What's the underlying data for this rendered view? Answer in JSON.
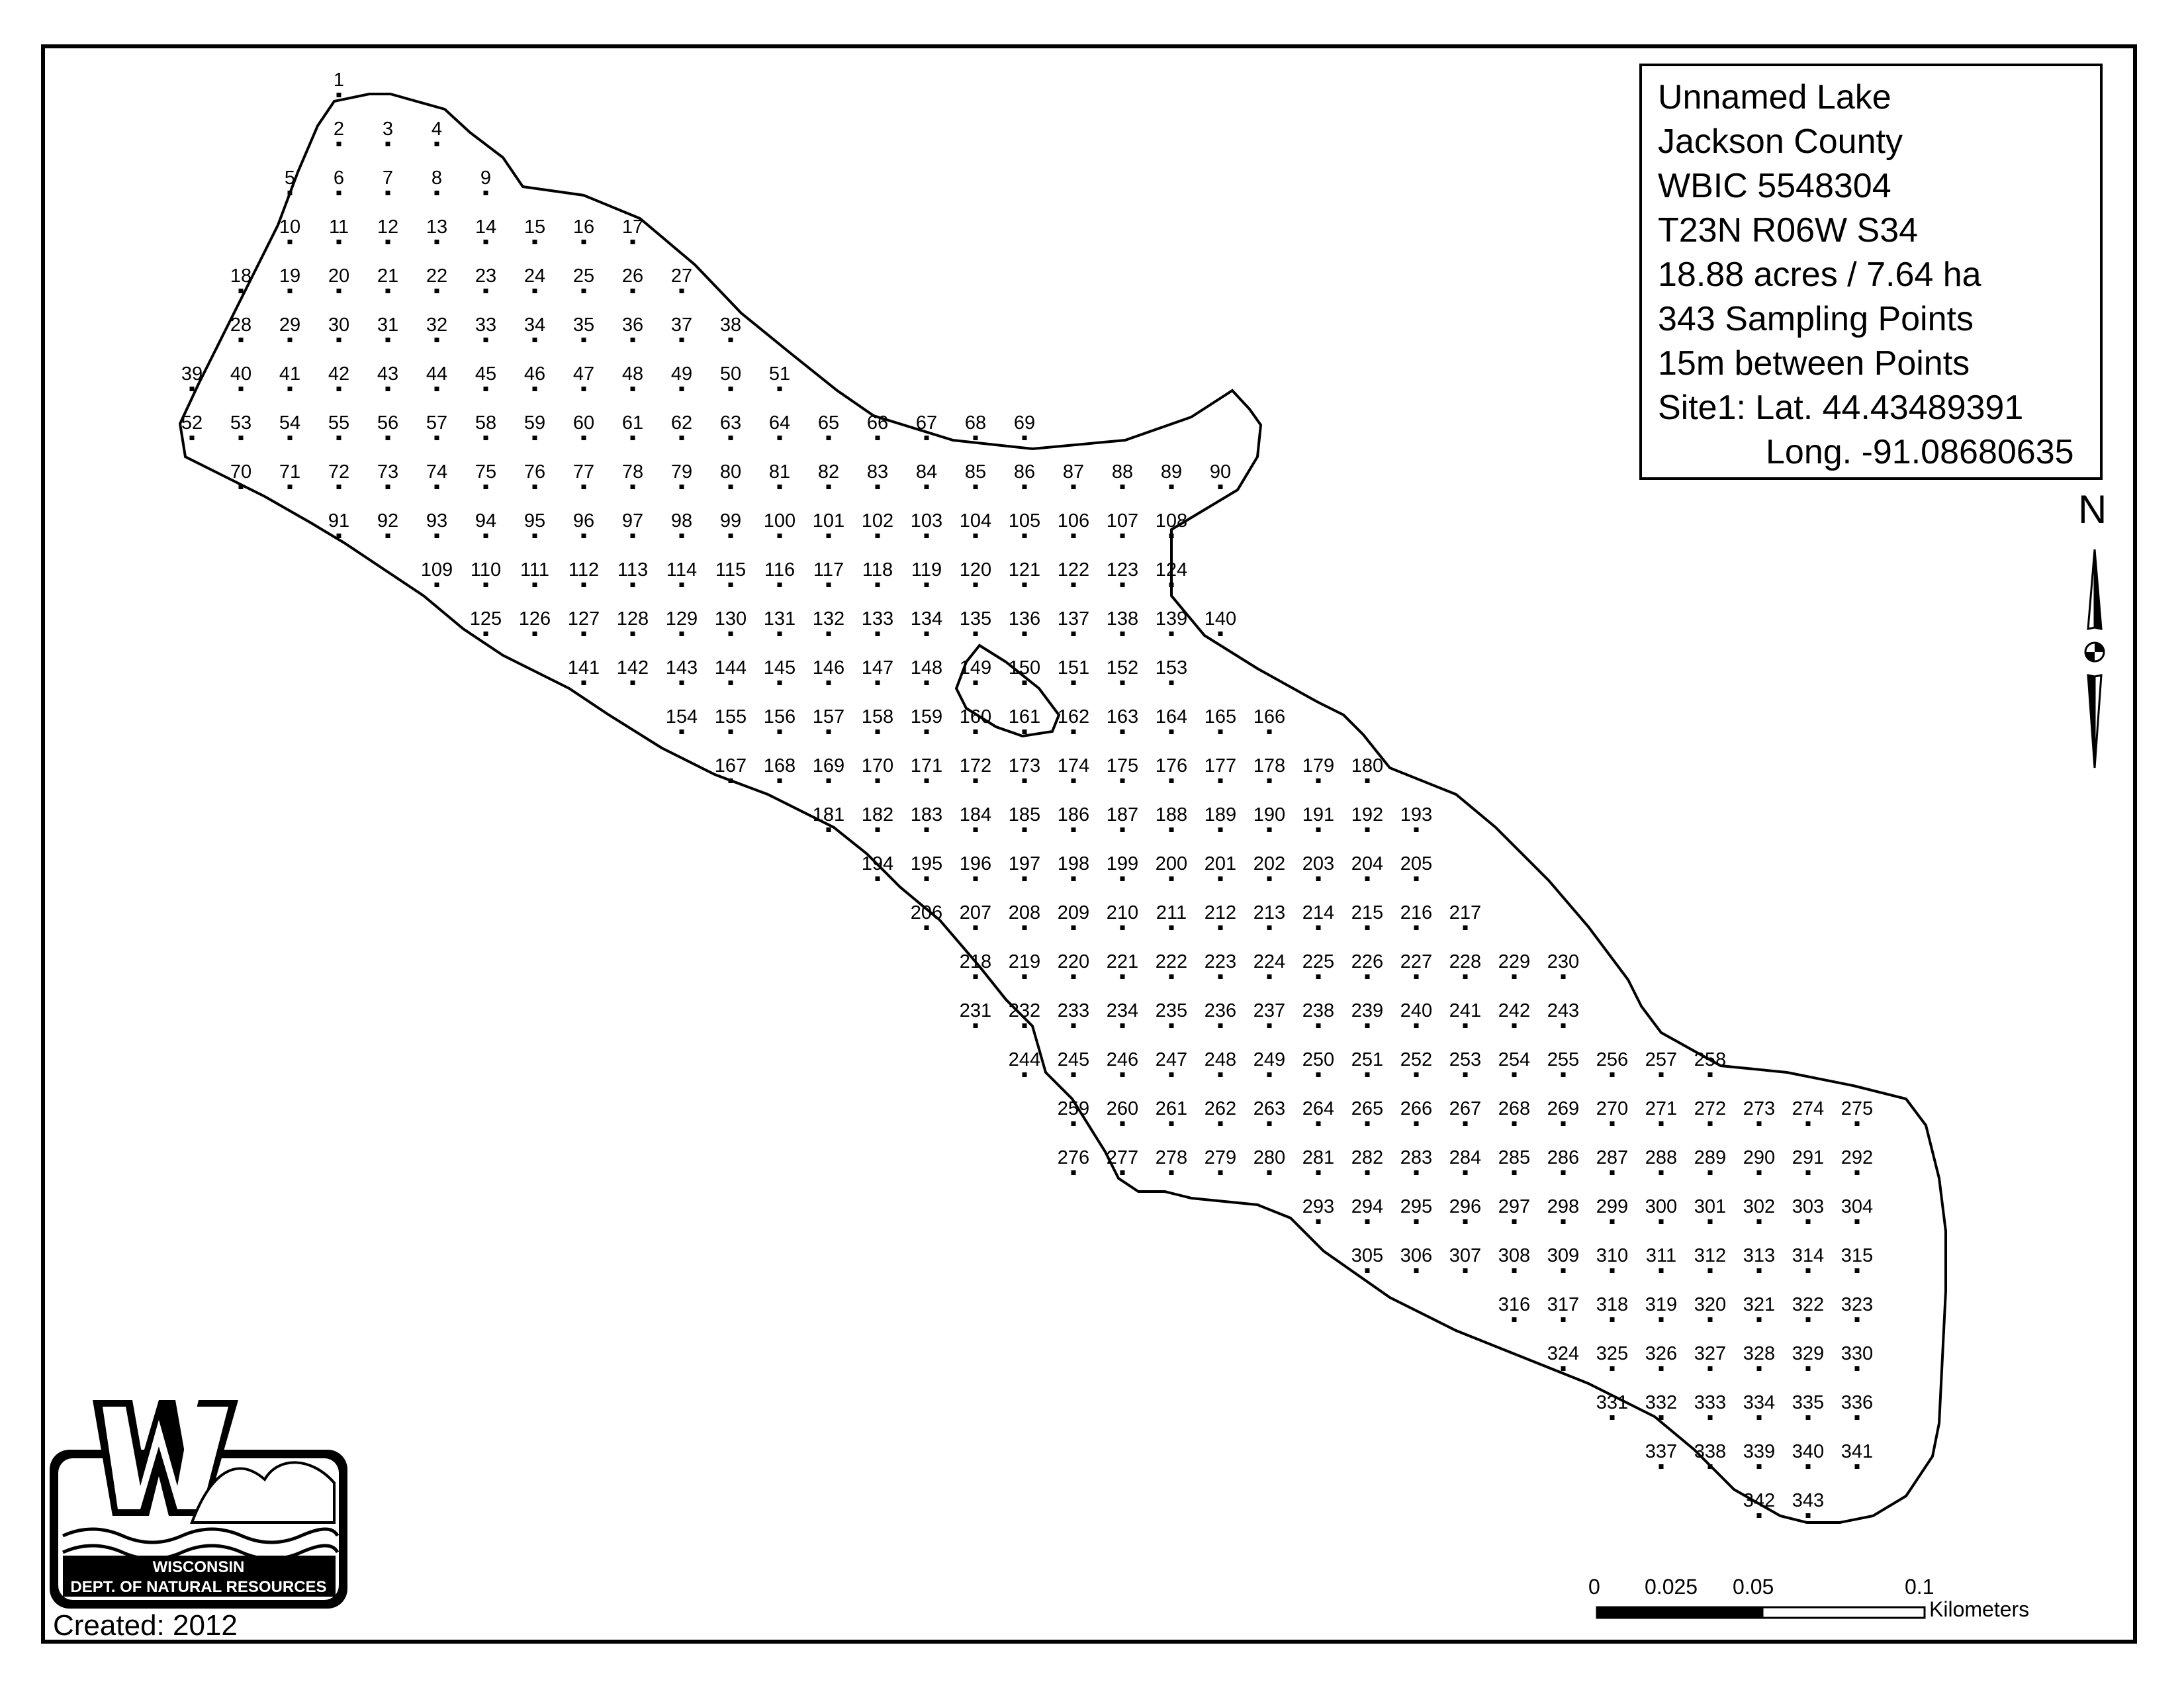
{
  "legend": {
    "lines": [
      "Unnamed Lake",
      "Jackson County",
      "WBIC 5548304",
      "T23N R06W S34",
      "18.88 acres / 7.64 ha",
      "343 Sampling Points",
      "15m between Points",
      "Site1: Lat. 44.43489391",
      "Long. -91.08680635"
    ]
  },
  "north_arrow": {
    "label": "N",
    "icon": "north-arrow-icon"
  },
  "scale_bar": {
    "ticks": [
      "0",
      "0.025",
      "0.05",
      "0.1"
    ],
    "unit": "Kilometers"
  },
  "logo": {
    "text_line1": "WISCONSIN",
    "text_line2": "DEPT. OF NATURAL RESOURCES",
    "icon": "wisconsin-dnr-logo-icon"
  },
  "created": "Created: 2012",
  "sampling_points": {
    "count": 343,
    "rows": [
      {
        "start": 1,
        "count": 1
      },
      {
        "start": 2,
        "count": 3
      },
      {
        "start": 5,
        "count": 5
      },
      {
        "start": 10,
        "count": 8
      },
      {
        "start": 18,
        "count": 10
      },
      {
        "start": 28,
        "count": 11
      },
      {
        "start": 39,
        "count": 13
      },
      {
        "start": 52,
        "count": 18
      },
      {
        "start": 70,
        "count": 21
      },
      {
        "start": 91,
        "count": 18
      },
      {
        "start": 109,
        "count": 16
      },
      {
        "start": 125,
        "count": 16
      },
      {
        "start": 141,
        "count": 13
      },
      {
        "start": 154,
        "count": 13
      },
      {
        "start": 167,
        "count": 14
      },
      {
        "start": 181,
        "count": 13
      },
      {
        "start": 194,
        "count": 12
      },
      {
        "start": 206,
        "count": 12
      },
      {
        "start": 218,
        "count": 13
      },
      {
        "start": 231,
        "count": 13
      },
      {
        "start": 244,
        "count": 15
      },
      {
        "start": 259,
        "count": 17
      },
      {
        "start": 276,
        "count": 17
      },
      {
        "start": 293,
        "count": 12
      },
      {
        "start": 305,
        "count": 11
      },
      {
        "start": 316,
        "count": 8
      },
      {
        "start": 324,
        "count": 7
      },
      {
        "start": 331,
        "count": 6
      },
      {
        "start": 337,
        "count": 5
      },
      {
        "start": 342,
        "count": 2
      }
    ]
  }
}
